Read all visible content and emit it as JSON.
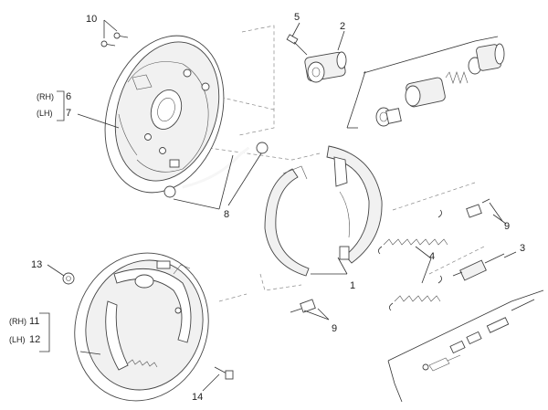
{
  "callouts": {
    "c1": "1",
    "c2": "2",
    "c3": "3",
    "c4": "4",
    "c5": "5",
    "c6": "6",
    "c7": "7",
    "c8": "8",
    "c9a": "9",
    "c9b": "9",
    "c10": "10",
    "c11": "11",
    "c12": "12",
    "c13": "13",
    "c14": "14"
  },
  "side_labels": {
    "rh_top": "(RH)",
    "lh_top": "(LH)",
    "rh_bottom": "(RH)",
    "lh_bottom": "(LH)"
  }
}
